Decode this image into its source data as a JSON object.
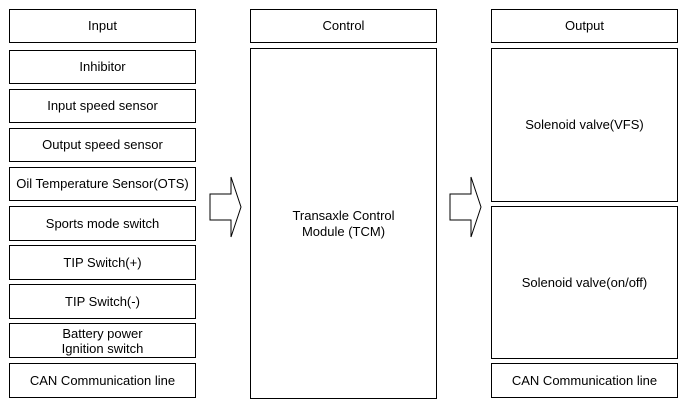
{
  "input": {
    "header": "Input",
    "items": [
      "Inhibitor",
      "Input speed sensor",
      "Output speed sensor",
      "Oil Temperature Sensor(OTS)",
      "Sports mode switch",
      "TIP Switch(+)",
      "TIP Switch(-)",
      "Battery power\nIgnition switch",
      "CAN Communication line"
    ]
  },
  "control": {
    "header": "Control",
    "module_line1": "Transaxle Control",
    "module_line2": "Module (TCM)"
  },
  "output": {
    "header": "Output",
    "items": [
      "Solenoid valve(VFS)",
      "Solenoid valve(on/off)",
      "CAN Communication line"
    ]
  }
}
